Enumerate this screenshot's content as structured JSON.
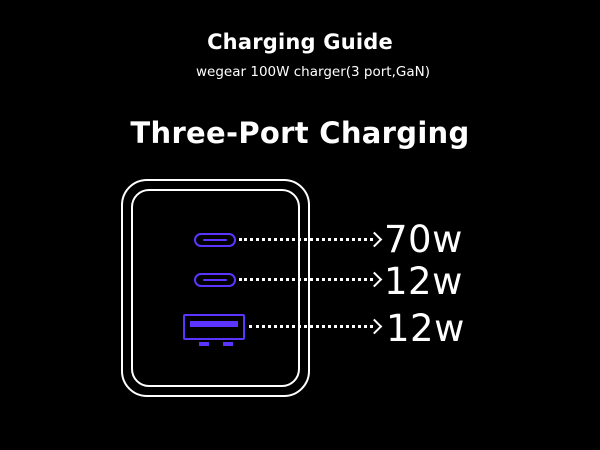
{
  "header": {
    "title": "Charging Guide",
    "subtitle": "wegear 100W charger(3 port,GaN)"
  },
  "section": {
    "heading": "Three-Port Charging"
  },
  "ports": [
    {
      "type": "USB-C",
      "output": "70w"
    },
    {
      "type": "USB-C",
      "output": "12w"
    },
    {
      "type": "USB-A",
      "output": "12w"
    }
  ],
  "colors": {
    "background": "#000000",
    "foreground": "#ffffff",
    "port_accent": "#5b35ff"
  }
}
